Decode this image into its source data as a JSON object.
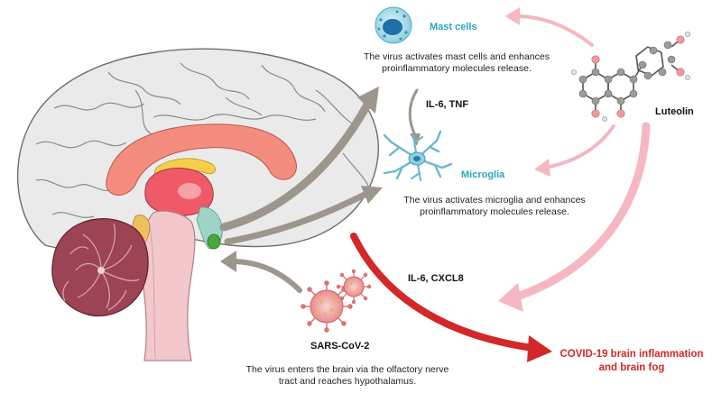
{
  "labels": {
    "mast_cells": "Mast cells",
    "mast_desc_1": "The virus activates mast cells and enhances",
    "mast_desc_2": "proinflammatory molecules release.",
    "il6_tnf": "IL-6, TNF",
    "luteolin": "Luteolin",
    "microglia": "Microglia",
    "micro_desc_1": "The virus activates microglia and enhances",
    "micro_desc_2": "proinflammatory molecules release.",
    "il6_cxcl8": "IL-6, CXCL8",
    "sars": "SARS-CoV-2",
    "sars_desc_1": "The virus enters the brain via the olfactory nerve",
    "sars_desc_2": "tract and reaches hypothalamus.",
    "outcome_1": "COVID-19 brain inflammation",
    "outcome_2": "and brain fog"
  },
  "colors": {
    "cyan": "#2aa7c0",
    "red": "#d22828",
    "pink": "#f5b7c2",
    "gray_arrow": "#9c968c"
  }
}
